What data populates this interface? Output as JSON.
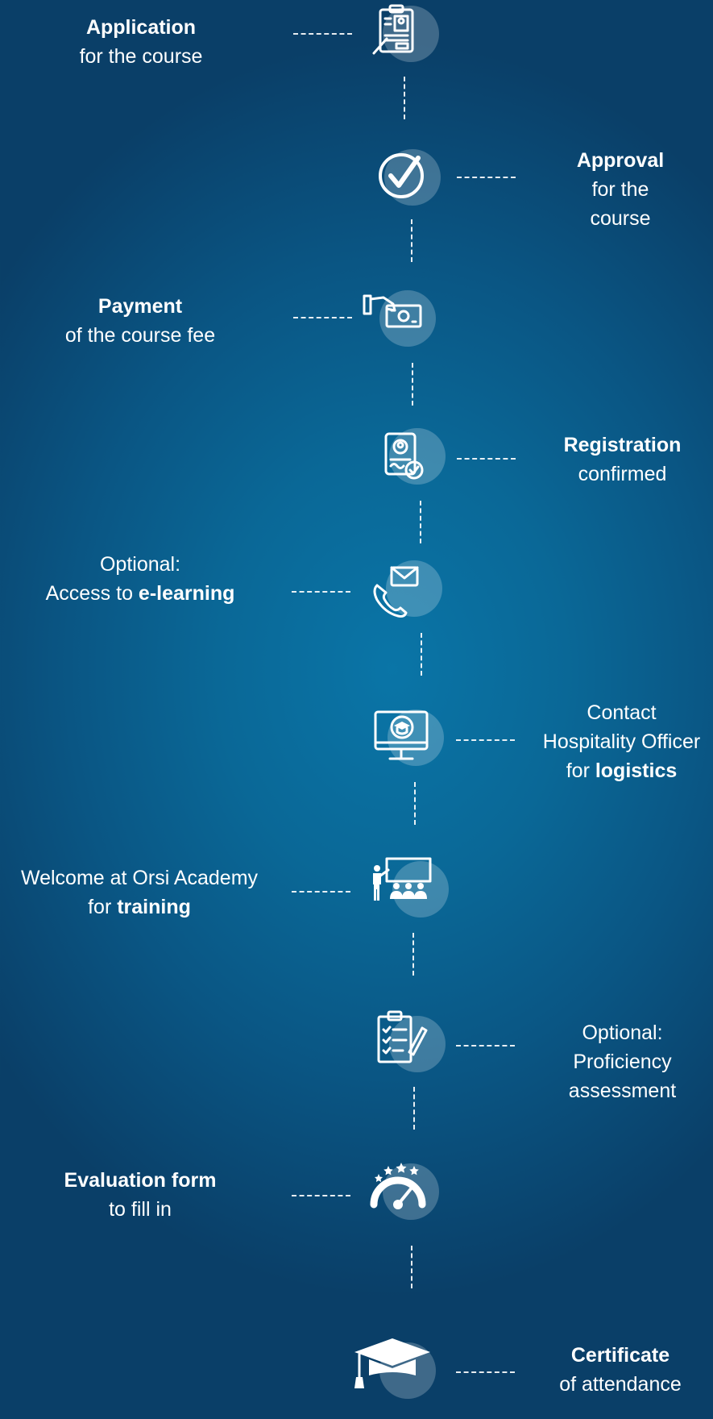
{
  "steps": [
    {
      "id": "application",
      "icon": "application-form-icon",
      "bold": "Application",
      "rest": "for the course"
    },
    {
      "id": "approval",
      "icon": "checkmark-icon",
      "bold": "Approval",
      "rest_lines": [
        "for the",
        "course"
      ]
    },
    {
      "id": "payment",
      "icon": "payment-hand-icon",
      "bold": "Payment",
      "rest": "of the course fee"
    },
    {
      "id": "registration",
      "icon": "registration-certificate-icon",
      "bold": "Registration",
      "rest": "confirmed"
    },
    {
      "id": "elearning",
      "icon": "mail-phone-icon",
      "line1": "Optional:",
      "line2_prefix": "Access to ",
      "line2_bold": "e-learning"
    },
    {
      "id": "logistics",
      "icon": "monitor-graduate-icon",
      "line1": "Contact",
      "line2": "Hospitality Officer",
      "line3_prefix": "for ",
      "line3_bold": "logistics"
    },
    {
      "id": "training",
      "icon": "training-presentation-icon",
      "line1": "Welcome at Orsi Academy",
      "line2_prefix": "for ",
      "line2_bold": "training"
    },
    {
      "id": "assessment",
      "icon": "clipboard-checklist-icon",
      "lines": [
        "Optional:",
        "Proficiency",
        "assessment"
      ]
    },
    {
      "id": "evaluation",
      "icon": "rating-gauge-icon",
      "bold": "Evaluation form",
      "rest": "to fill in"
    },
    {
      "id": "certificate",
      "icon": "graduation-cap-icon",
      "bold": "Certificate",
      "rest": "of attendance"
    }
  ],
  "colors": {
    "background_center": "#0a75a7",
    "background_edge": "#0a3f68",
    "text": "#ffffff"
  }
}
